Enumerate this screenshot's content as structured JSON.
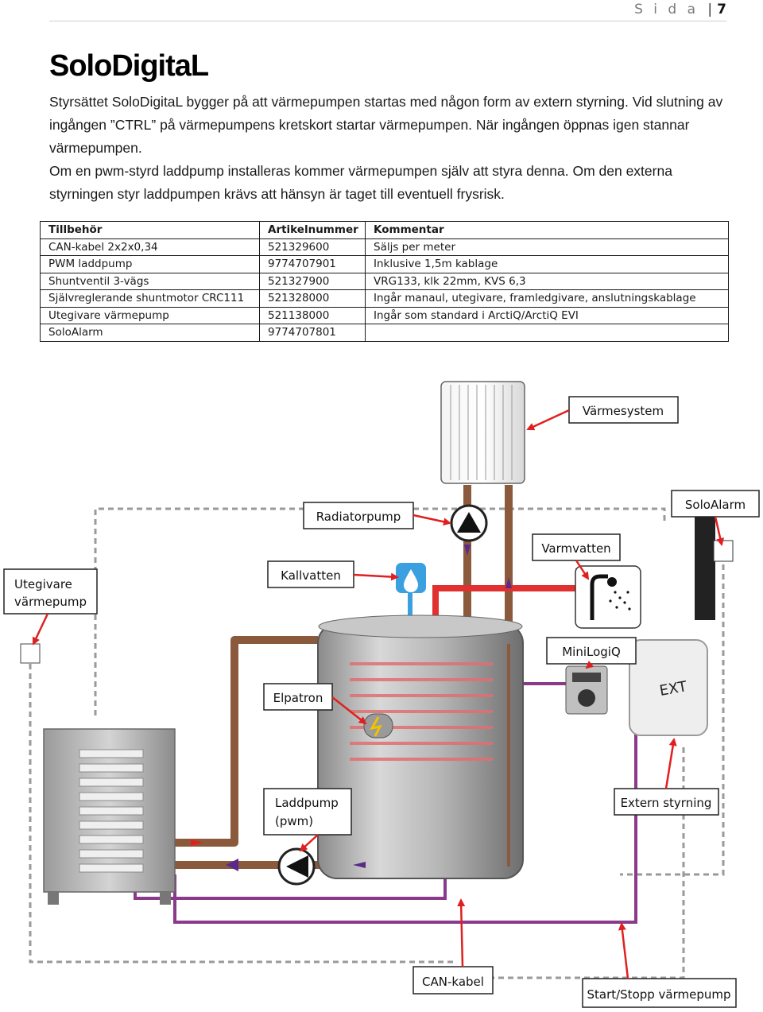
{
  "header": {
    "page_word": "S i d a",
    "page_number": "7"
  },
  "title": "SoloDigitaL",
  "intro": {
    "p1": "Styrsättet SoloDigitaL bygger på att värmepumpen startas med någon form av extern styrning. Vid slutning av ingången ”CTRL” på värmepumpens kretskort startar värmepumpen. När ingången öppnas igen stannar värmepumpen.",
    "p2": "Om en pwm-styrd laddpump installeras kommer värmepumpen själv att styra denna. Om den externa styrningen styr laddpumpen krävs att hänsyn är taget till eventuell frysrisk."
  },
  "table": {
    "headers": [
      "Tillbehör",
      "Artikelnummer",
      "Kommentar"
    ],
    "rows": [
      [
        "CAN-kabel 2x2x0,34",
        "521329600",
        "Säljs per meter"
      ],
      [
        "PWM laddpump",
        "9774707901",
        "Inklusive 1,5m kablage"
      ],
      [
        "Shuntventil 3-vägs",
        "521327900",
        "VRG133, klk 22mm, KVS 6,3"
      ],
      [
        "Självreglerande shuntmotor CRC111",
        "521328000",
        "Ingår manaul, utegivare, framledgivare, anslutningskablage"
      ],
      [
        "Utegivare värmepump",
        "521138000",
        "Ingår som standard i ArctiQ/ArctiQ EVI"
      ],
      [
        "SoloAlarm",
        "9774707801",
        ""
      ]
    ]
  },
  "diagram": {
    "labels": {
      "varmesystem": "Värmesystem",
      "radiatorpump": "Radiatorpump",
      "soloalarm": "SoloAlarm",
      "varmvatten": "Varmvatten",
      "utegivare_1": "Utegivare",
      "utegivare_2": "värmepump",
      "kallvatten": "Kallvatten",
      "minilogiq": "MiniLogiQ",
      "elpatron": "Elpatron",
      "laddpump_1": "Laddpump",
      "laddpump_2": "(pwm)",
      "extern_styrning": "Extern styrning",
      "can_kabel": "CAN-kabel",
      "start_stopp": "Start/Stopp värmepump",
      "ext_box_text": "EXT"
    },
    "colors": {
      "pipe": "#8b5a3c",
      "arrow": "#e02020",
      "hot_water_pipe": "#e03030",
      "cold_water_pipe": "#3aa0e0",
      "can_cable": "#8a3a8a",
      "control_cable": "#9a9a9a",
      "flow_arrow": "#5a2a8a"
    }
  }
}
